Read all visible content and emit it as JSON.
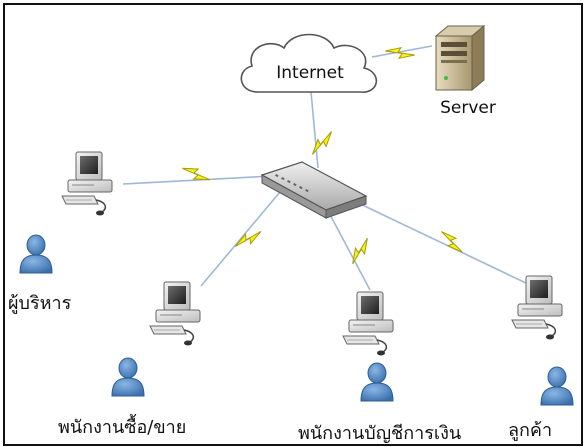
{
  "nodes": {
    "internet": "Internet",
    "server": "Server",
    "executive": "ผู้บริหาร",
    "sales_staff": "พนักงานซื้อ/ขาย",
    "accounting_staff": "พนักงานบัญชีการเงิน",
    "customer": "ลูกค้า"
  },
  "colors": {
    "frame": "#111111",
    "link": "#9fb8d8",
    "bolt_fill": "#f7f21a",
    "bolt_stroke": "#a89c00",
    "person": "#4f86c4"
  }
}
